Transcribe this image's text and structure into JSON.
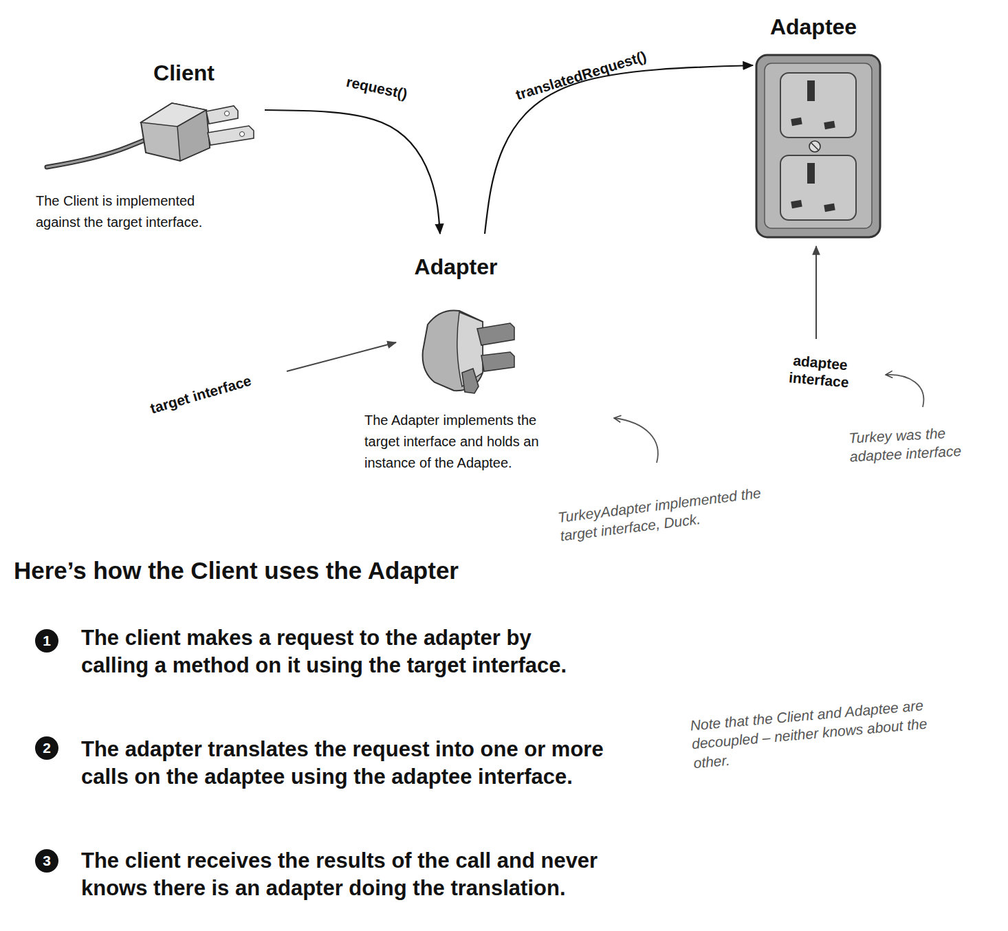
{
  "diagram": {
    "title": "Here’s how the Client uses the Adapter",
    "nodes": [
      {
        "text": [
          "Client",
          "The Client is implemented against the target interface."
        ]
      },
      {
        "text": [
          "Adapter",
          "The Adapter implements the target interface and holds an instance of the Adaptee."
        ]
      },
      {
        "text": [
          "Adaptee"
        ]
      }
    ],
    "edges": [
      {
        "from": 0,
        "to": 1,
        "label": "request()",
        "arrow": "to"
      },
      {
        "from": 1,
        "to": 2,
        "label": "translatedRequest()",
        "arrow": "to"
      }
    ],
    "labels": [
      "target interface",
      "adaptee interface",
      "TurkeyAdapter implemented the target interface, Duck.",
      "Turkey was the adaptee interface",
      "1",
      "The client makes a request to the adapter by calling a method on it using the target interface.",
      "2",
      "The adapter translates the request into one or more calls on the adaptee using the adaptee interface.",
      "3",
      "The client receives the results of the call and never knows there is an adapter doing the translation.",
      "Note that the Client and Adaptee are decoupled – neither knows about the other."
    ]
  }
}
